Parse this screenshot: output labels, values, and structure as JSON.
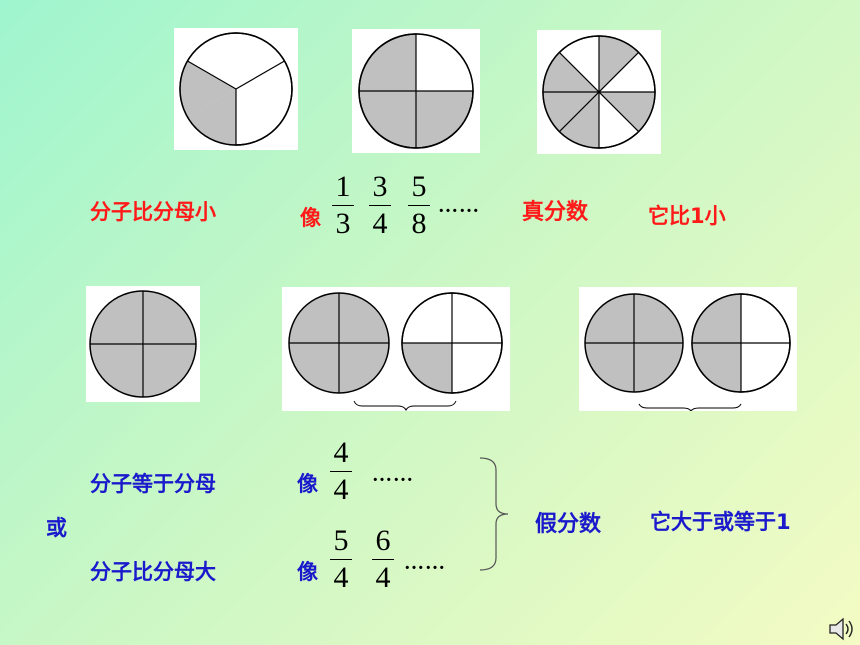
{
  "proper": {
    "label": "分子比分母小",
    "like": "像",
    "fractions": [
      {
        "numerator": "1",
        "denominator": "3"
      },
      {
        "numerator": "3",
        "denominator": "4"
      },
      {
        "numerator": "5",
        "denominator": "8"
      }
    ],
    "ellipsis": "……",
    "name": "真分数",
    "relation": "它比1小"
  },
  "improper": {
    "equal_label": "分子等于分母",
    "greater_label": "分子比分母大",
    "like": "像",
    "equal_fraction": {
      "numerator": "4",
      "denominator": "4"
    },
    "greater_fractions": [
      {
        "numerator": "5",
        "denominator": "4"
      },
      {
        "numerator": "6",
        "denominator": "4"
      }
    ],
    "ellipsis": "……",
    "or": "或",
    "name": "假分数",
    "relation": "它大于或等于1"
  },
  "colors": {
    "red_text": "#ff1a1a",
    "blue_text": "#1a1acc",
    "shaded": "#c0c0c0",
    "unshaded": "#ffffff"
  },
  "icons": [
    "speaker-icon"
  ]
}
